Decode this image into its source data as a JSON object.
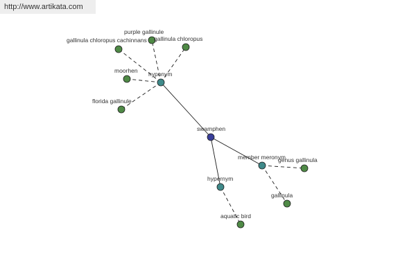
{
  "watermark": "http://www.artikata.com",
  "colors": {
    "center_node": "#3a3f9a",
    "relation_node": "#3f8a8a",
    "leaf_node": "#4f8a46",
    "edge": "#1a1a1a"
  },
  "graph": {
    "nodes": [
      {
        "id": "swamphen",
        "label": "swamphen",
        "kind": "center"
      },
      {
        "id": "hyponym",
        "label": "hyponym",
        "kind": "relation"
      },
      {
        "id": "member_meronym",
        "label": "member meronym",
        "kind": "relation"
      },
      {
        "id": "hypernym",
        "label": "hypernym",
        "kind": "relation"
      },
      {
        "id": "purple_gallinule",
        "label": "purple gallinule",
        "kind": "leaf"
      },
      {
        "id": "gallinula_chloropus_cachinnans",
        "label": "gallinula chloropus cachinnans",
        "kind": "leaf"
      },
      {
        "id": "gallinula_chloropus",
        "label": "gallinula chloropus",
        "kind": "leaf"
      },
      {
        "id": "moorhen",
        "label": "moorhen",
        "kind": "leaf"
      },
      {
        "id": "florida_gallinule",
        "label": "florida gallinule",
        "kind": "leaf"
      },
      {
        "id": "genus_gallinula",
        "label": "genus gallinula",
        "kind": "leaf"
      },
      {
        "id": "gallinula",
        "label": "gallinula",
        "kind": "leaf"
      },
      {
        "id": "aquatic_bird",
        "label": "aquatic bird",
        "kind": "leaf"
      }
    ],
    "edges": [
      {
        "from": "swamphen",
        "to": "hyponym",
        "style": "solid"
      },
      {
        "from": "swamphen",
        "to": "member_meronym",
        "style": "solid"
      },
      {
        "from": "swamphen",
        "to": "hypernym",
        "style": "solid"
      },
      {
        "from": "hyponym",
        "to": "purple_gallinule",
        "style": "dashed"
      },
      {
        "from": "hyponym",
        "to": "gallinula_chloropus_cachinnans",
        "style": "dashed"
      },
      {
        "from": "hyponym",
        "to": "gallinula_chloropus",
        "style": "dashed"
      },
      {
        "from": "hyponym",
        "to": "moorhen",
        "style": "dashed"
      },
      {
        "from": "hyponym",
        "to": "florida_gallinule",
        "style": "dashed"
      },
      {
        "from": "member_meronym",
        "to": "genus_gallinula",
        "style": "dashed"
      },
      {
        "from": "member_meronym",
        "to": "gallinula",
        "style": "dashed"
      },
      {
        "from": "hypernym",
        "to": "aquatic_bird",
        "style": "dashed"
      }
    ]
  }
}
